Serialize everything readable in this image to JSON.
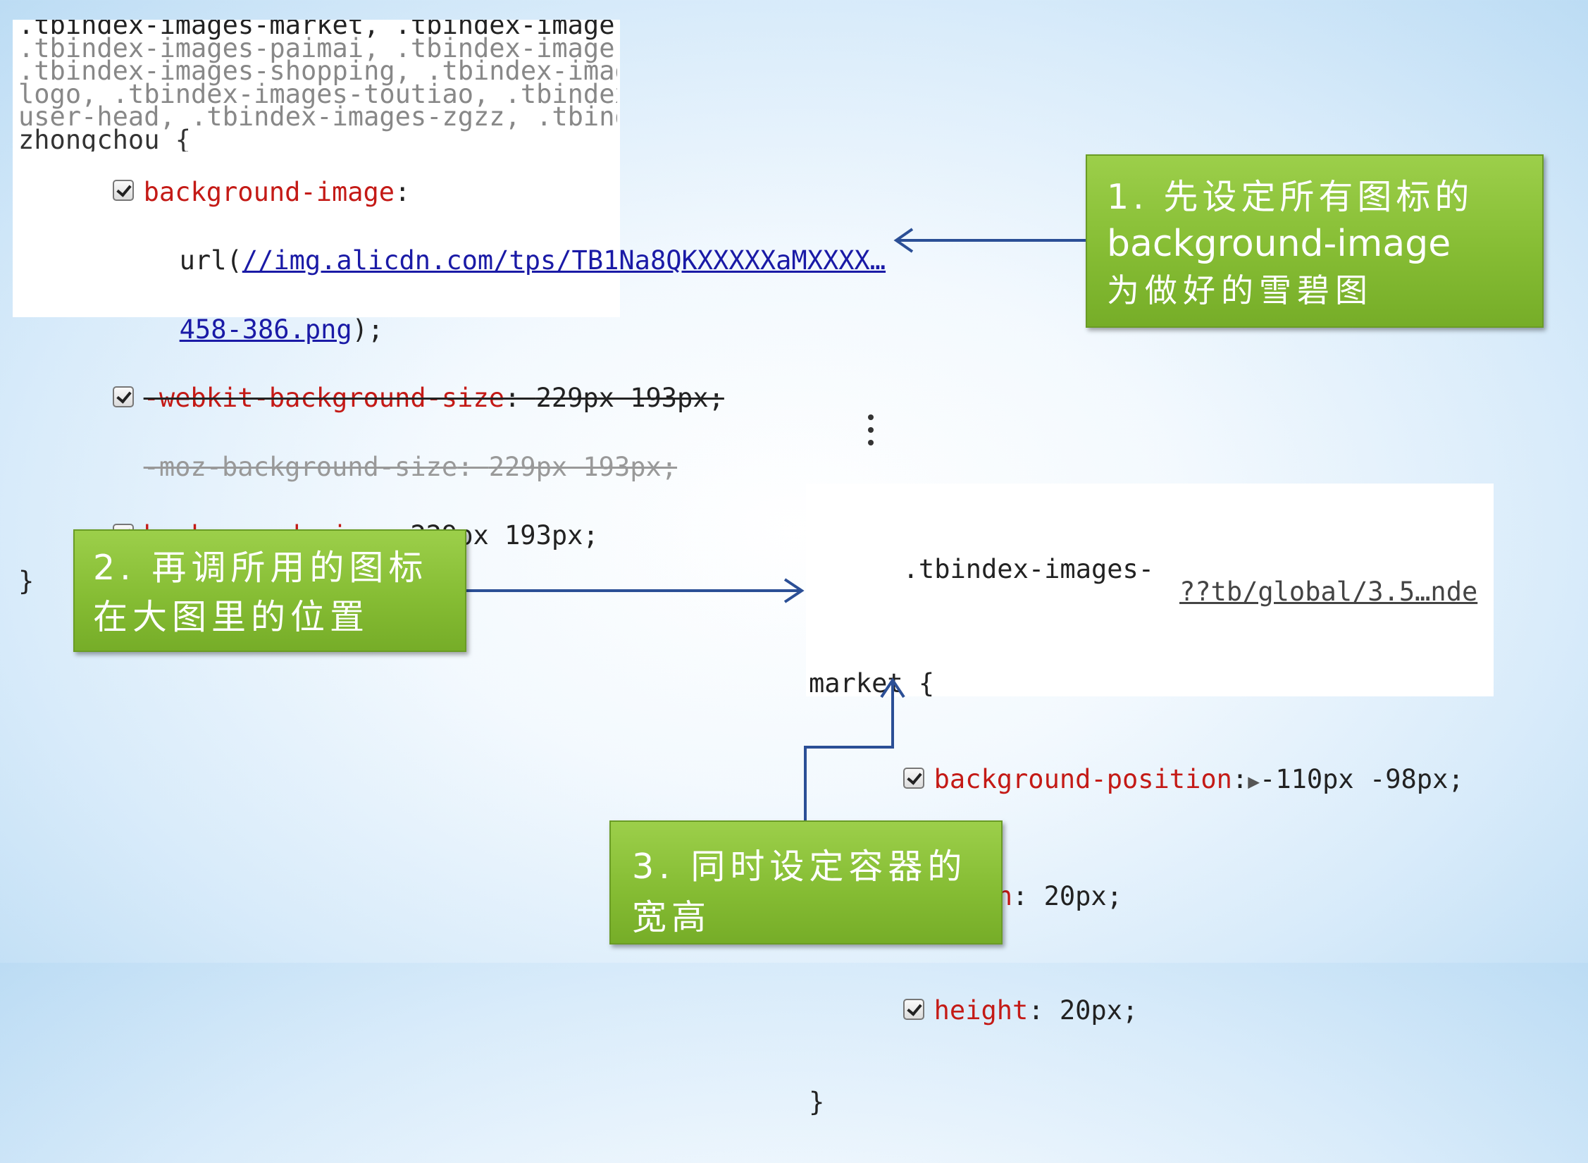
{
  "panel1": {
    "selector_lines": [
      ".tbindex-images-market, .tbindex-images-mini-logo,",
      ".tbindex-images-paimai, .tbindex-images-sale,",
      ".tbindex-images-shopping, .tbindex-images-tmall-",
      "logo, .tbindex-images-toutiao, .tbindex-images-",
      "user-head, .tbindex-images-zgzz, .tbindex-images-",
      "zhongchou {"
    ],
    "bg_image_prop": "background-image",
    "bg_image_url_prefix": "url(",
    "bg_image_url_1": "//img.alicdn.com/tps/TB1Na8QKXXXXXaMXXXX…",
    "bg_image_url_2": "458-386.png",
    "bg_image_url_suffix": ");",
    "webkit_prop": "-webkit-background-size",
    "webkit_val": "229px 193px;",
    "moz_prop": "-moz-background-size",
    "moz_val": "229px 193px;",
    "bgsize_prop": "background-size",
    "bgsize_val": "229px 193px;",
    "close": "}"
  },
  "panel2": {
    "selector_1": ".tbindex-images-",
    "source": "??tb/global/3.5…nde",
    "selector_2": "market {",
    "pos_prop": "background-position",
    "pos_val": "-110px -98px;",
    "width_prop": "width",
    "width_val": "20px;",
    "height_prop": "height",
    "height_val": "20px;",
    "close": "}"
  },
  "callouts": {
    "c1_line1": "1. 先设定所有图标的",
    "c1_line2": "background-image",
    "c1_line3": "为做好的雪碧图",
    "c2_line1": "2. 再调所用的图标",
    "c2_line2": "在大图里的位置",
    "c3_line1": "3. 同时设定容器的",
    "c3_line2": "宽高"
  },
  "colors": {
    "property": "#c41a16",
    "link": "#1a1aa6",
    "callout_green": "#86bd34",
    "arrow_blue": "#2b4f96"
  }
}
